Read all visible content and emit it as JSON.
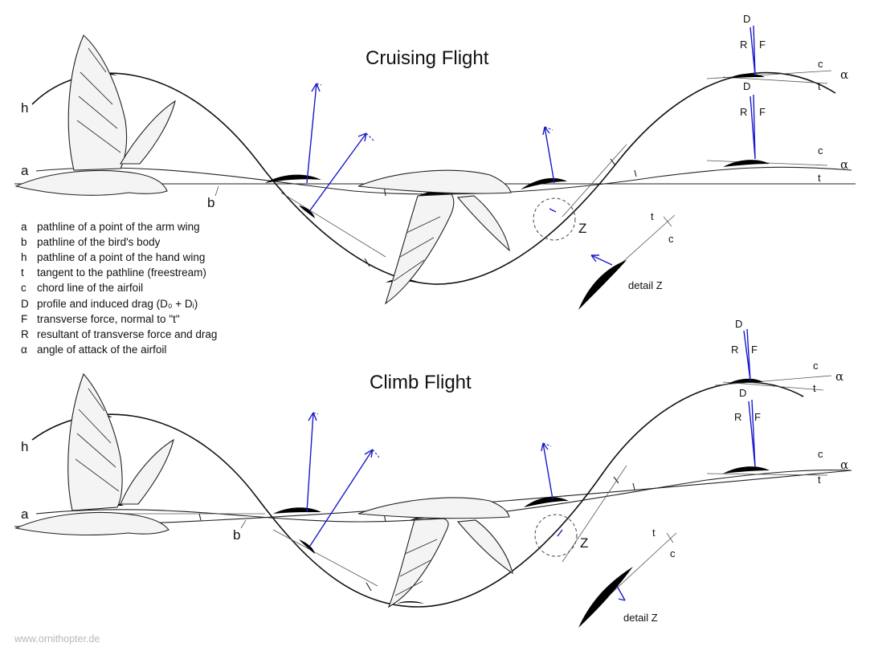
{
  "top_panel": {
    "title": "Cruising Flight",
    "label_h": "h",
    "label_a": "a",
    "label_b": "b",
    "label_z": "Z",
    "detail_label": "detail Z",
    "detail_t": "t",
    "detail_c": "c",
    "vectors_upper": {
      "D": "D",
      "R": "R",
      "F": "F",
      "c": "c",
      "t": "t",
      "alpha": "α"
    },
    "vectors_lower": {
      "D": "D",
      "R": "R",
      "F": "F",
      "c": "c",
      "t": "t",
      "alpha": "α"
    }
  },
  "bottom_panel": {
    "title": "Climb Flight",
    "label_h": "h",
    "label_a": "a",
    "label_b": "b",
    "label_z": "Z",
    "detail_label": "detail Z",
    "detail_t": "t",
    "detail_c": "c",
    "vectors_upper": {
      "D": "D",
      "R": "R",
      "F": "F",
      "c": "c",
      "t": "t",
      "alpha": "α"
    },
    "vectors_lower": {
      "D": "D",
      "R": "R",
      "F": "F",
      "c": "c",
      "t": "t",
      "alpha": "α"
    }
  },
  "legend": [
    {
      "key": "a",
      "text": "pathline of a point of the arm wing"
    },
    {
      "key": "b",
      "text": "pathline of the bird's body"
    },
    {
      "key": "h",
      "text": "pathline of a point of the hand wing"
    },
    {
      "key": "t",
      "text": "tangent to the pathline (freestream)"
    },
    {
      "key": "c",
      "text": "chord line of the airfoil"
    },
    {
      "key": "D",
      "text": "profile and induced drag (D₀ + Dᵢ)"
    },
    {
      "key": "F",
      "text": "transverse force, normal to \"t\""
    },
    {
      "key": "R",
      "text": "resultant of transverse force and drag"
    },
    {
      "key": "α",
      "text": "angle of attack of the airfoil"
    }
  ],
  "footer": "www.ornithopter.de",
  "colors": {
    "vector": "#1a1acc",
    "ink": "#111111",
    "footer": "#b9b9b9"
  }
}
